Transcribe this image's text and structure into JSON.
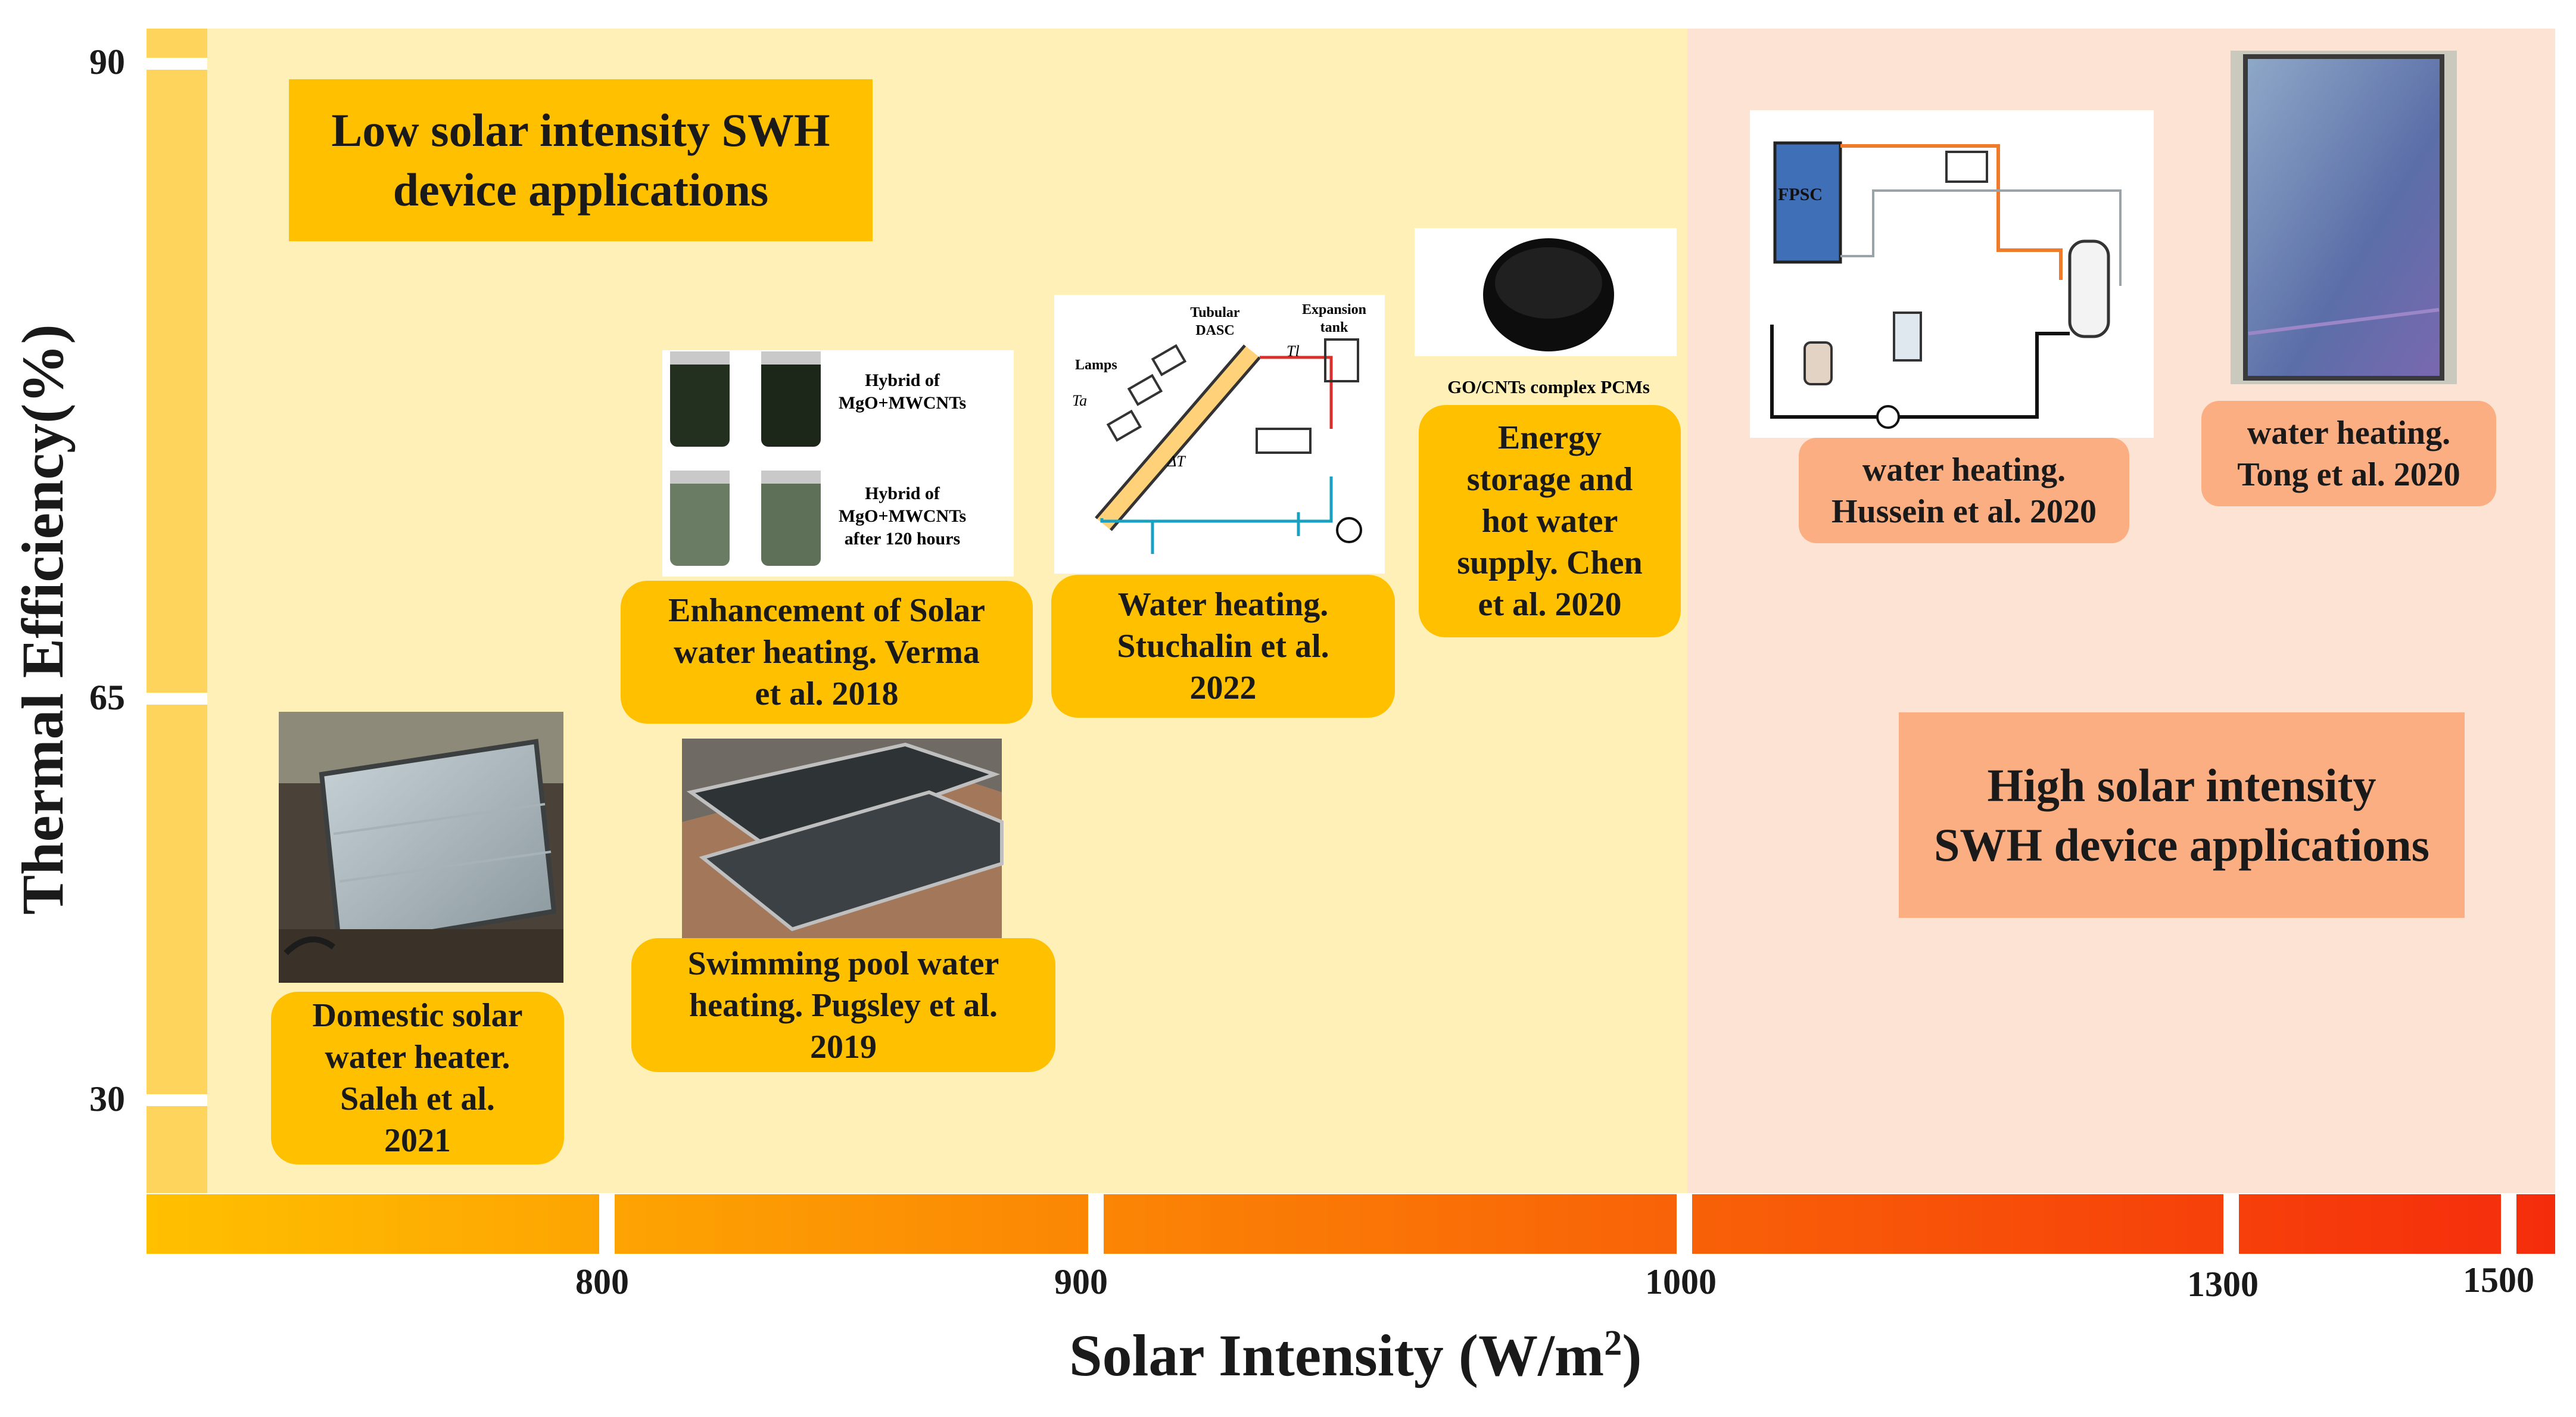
{
  "colors": {
    "low_zone": "#fff0b8",
    "high_zone": "#fde3d4",
    "gold_callout": "#ffc000",
    "salmon_callout": "#fbae82",
    "y_bar": "#ffd45c",
    "x_bar_start": "#ffc000",
    "x_bar_end": "#f52c0c"
  },
  "x_axis": {
    "title_main": "Solar Intensity (W/m",
    "title_sup": "2",
    "title_close": ")",
    "ticks": [
      "800",
      "900",
      "1000",
      "1300",
      "1500"
    ]
  },
  "y_axis": {
    "title": "Thermal Efficiency(%)",
    "ticks": [
      "90",
      "65",
      "30"
    ]
  },
  "zones": {
    "low": {
      "title_line1": "Low solar intensity SWH",
      "title_line2": "device applications"
    },
    "high": {
      "title_line1": "High  solar intensity",
      "title_line2": "SWH device applications"
    }
  },
  "callouts": {
    "saleh": [
      "Domestic solar",
      "water heater.",
      "Saleh et al.",
      "2021"
    ],
    "verma": [
      "Enhancement of Solar",
      "water heating. Verma",
      "et al. 2018"
    ],
    "pugsley": [
      "Swimming pool water",
      "heating. Pugsley et al.",
      "2019"
    ],
    "stuchalin": [
      "Water heating.",
      "Stuchalin et al.",
      "2022"
    ],
    "chen": [
      "Energy",
      "storage and",
      "hot water",
      "supply. Chen",
      "et al. 2020"
    ],
    "hussein": [
      "water heating.",
      "Hussein et al. 2020"
    ],
    "tong": [
      "water heating.",
      "Tong et al. 2020"
    ]
  },
  "figure_labels": {
    "mgo_top_1": "Hybrid of",
    "mgo_top_2": "MgO+MWCNTs",
    "mgo_bot_1": "Hybrid of",
    "mgo_bot_2": "MgO+MWCNTs",
    "mgo_bot_3": "after 120 hours",
    "pcm_caption": "GO/CNTs complex PCMs",
    "dasc_tubular_1": "Tubular",
    "dasc_tubular_2": "DASC",
    "dasc_expansion_1": "Expansion",
    "dasc_expansion_2": "tank",
    "dasc_lamps": "Lamps",
    "dasc_ta": "Ta",
    "dasc_tl": "Tl",
    "dasc_dt": "ΔT",
    "fpsc_label": "FPSC"
  }
}
